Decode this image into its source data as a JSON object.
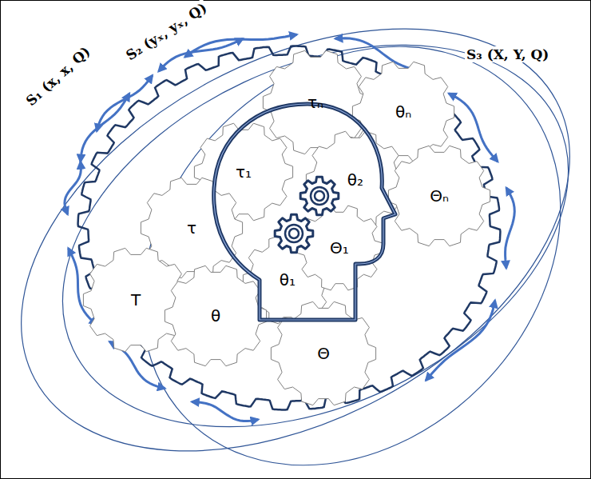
{
  "diagram": {
    "nodes": [
      {
        "text": [
          "τₙ"
        ]
      },
      {
        "text": [
          "θₙ"
        ]
      },
      {
        "text": [
          "τ₁"
        ]
      },
      {
        "text": [
          "θ₂"
        ]
      },
      {
        "text": [
          "Θₙ"
        ]
      },
      {
        "text": [
          "τ"
        ]
      },
      {
        "text": [
          "θ₁"
        ]
      },
      {
        "text": [
          "Θ₁"
        ]
      },
      {
        "text": [
          "T"
        ]
      },
      {
        "text": [
          "θ"
        ]
      },
      {
        "text": [
          "Θ"
        ]
      }
    ],
    "labels": [
      "S₁ (x, x, Q)",
      "S₂ (yₓ, yₓ, Q)",
      "S₃ (X, Y, Q)"
    ]
  }
}
